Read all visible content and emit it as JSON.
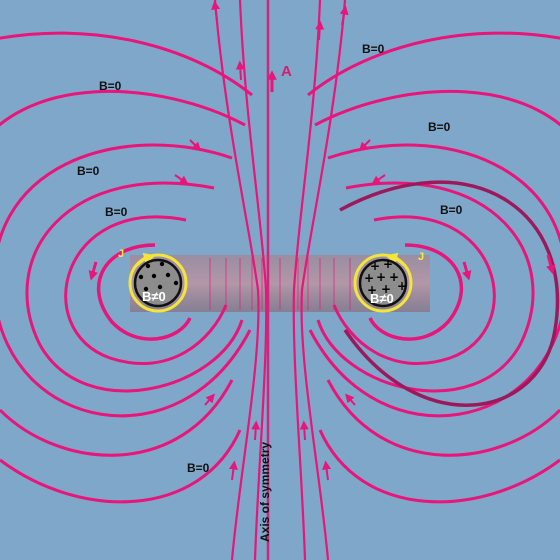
{
  "labels": {
    "b_zero_top_right": "B=0",
    "b_zero_upper_left": "B=0",
    "b_zero_right_mid": "B=0",
    "b_zero_left_mid": "B=0",
    "b_zero_left_inner": "B=0",
    "b_zero_right_inner": "B=0",
    "b_zero_bottom": "B=0",
    "core_left": "B≠0",
    "core_right": "B≠0",
    "current_left": "J",
    "current_right": "J",
    "vector_a": "A",
    "axis": "Axis of symmetry"
  },
  "colors": {
    "background": "#7fa7c9",
    "field_line": "#e8157a",
    "field_line_dark": "#9c1a5c",
    "current_ring": "#f4e53a",
    "core": "#8d8d8d"
  },
  "core_left_symbol": "dot",
  "core_right_symbol": "plus"
}
